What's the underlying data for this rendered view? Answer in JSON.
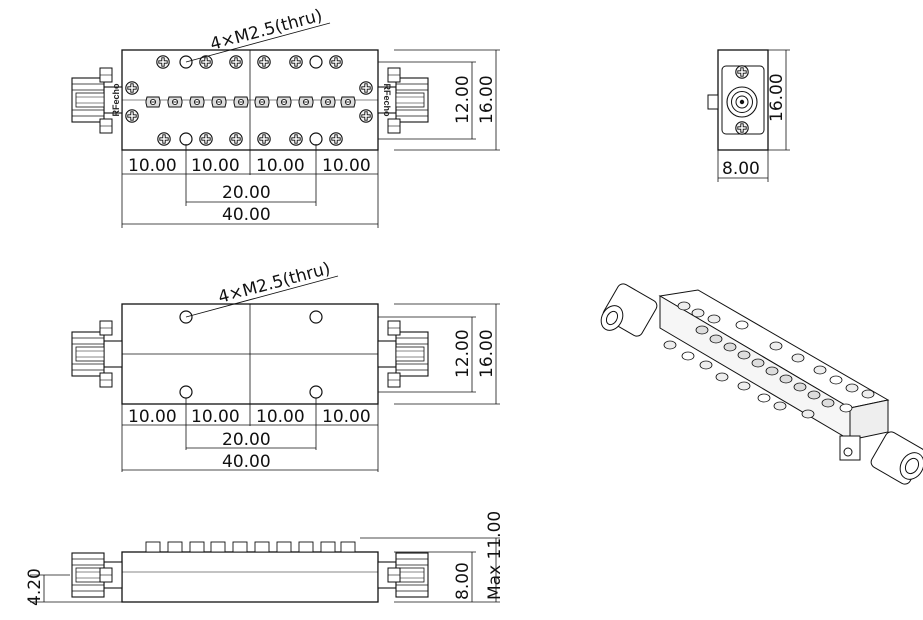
{
  "top_view": {
    "callout": "4×M2.5(thru)",
    "logo_text": "RFecho",
    "dim_seg_1": "10.00",
    "dim_seg_2": "10.00",
    "dim_seg_3": "10.00",
    "dim_seg_4": "10.00",
    "dim_mid": "20.00",
    "dim_total": "40.00",
    "dim_inner_height": "12.00",
    "dim_outer_height": "16.00"
  },
  "end_view": {
    "dim_height": "16.00",
    "dim_width": "8.00"
  },
  "bottom_view": {
    "callout": "4×M2.5(thru)",
    "dim_seg_1": "10.00",
    "dim_seg_2": "10.00",
    "dim_seg_3": "10.00",
    "dim_seg_4": "10.00",
    "dim_mid": "20.00",
    "dim_total": "40.00",
    "dim_inner_height": "12.00",
    "dim_outer_height": "16.00"
  },
  "side_view": {
    "dim_offset": "4.20",
    "dim_body_height": "8.00",
    "dim_max_height": "Max 11.00"
  },
  "colors": {
    "line": "#111111",
    "screw_fill": "#e8e8e8"
  }
}
